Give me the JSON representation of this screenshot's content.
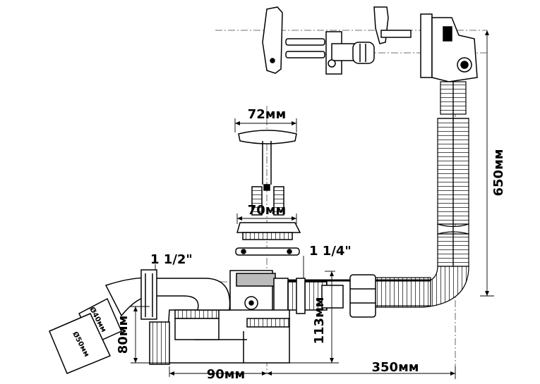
{
  "labels": {
    "drain_cap_diameter": "72мм",
    "drain_body_diameter": "70мм",
    "thread_left": "1 1/2\"",
    "thread_right": "1 1/4\"",
    "hose_length": "650мм",
    "height_80": "80мм",
    "height_113": "113мм",
    "width_90": "90мм",
    "width_350": "350мм",
    "pipe_40": "Ø40мм",
    "pipe_50": "Ø50мм"
  }
}
